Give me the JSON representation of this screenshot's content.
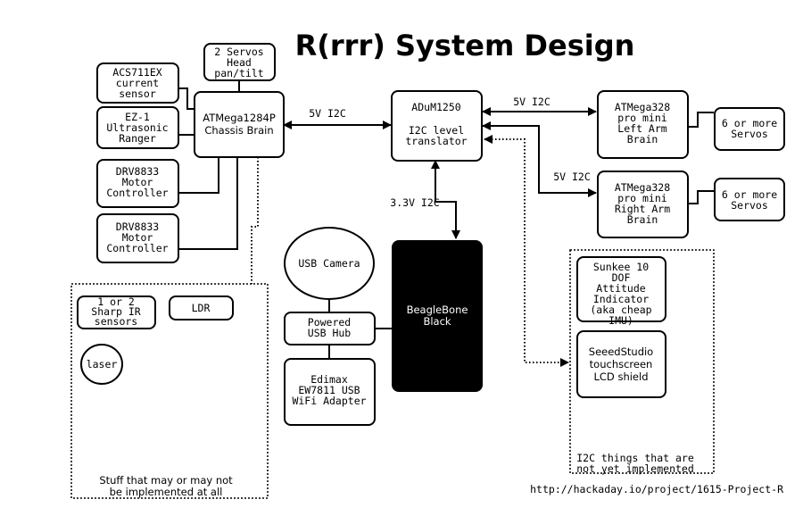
{
  "title": "R(rrr) System Design",
  "url": "http://hackaday.io/project/1615-Project-R",
  "nodes": {
    "servos_head": [
      "2 Servos",
      "Head",
      "pan/tilt"
    ],
    "acs711": [
      "ACS711EX",
      "current",
      "sensor"
    ],
    "ez1": [
      "EZ-1",
      "Ultrasonic",
      "Ranger"
    ],
    "atmega1284": [
      "ATMega1284P",
      "Chassis Brain"
    ],
    "drv1": [
      "DRV8833",
      "Motor",
      "Controller"
    ],
    "drv2": [
      "DRV8833",
      "Motor",
      "Controller"
    ],
    "adum": [
      "ADuM1250",
      "",
      "I2C level",
      "translator"
    ],
    "left_brain": [
      "ATMega328",
      "pro mini",
      "Left Arm",
      "Brain"
    ],
    "right_brain": [
      "ATMega328",
      "pro mini",
      "Right Arm",
      "Brain"
    ],
    "servos_left": [
      "6 or more",
      "Servos"
    ],
    "servos_right": [
      "6 or more",
      "Servos"
    ],
    "usb_camera": [
      "USB Camera"
    ],
    "usb_hub": [
      "Powered",
      "USB Hub"
    ],
    "edimax": [
      "Edimax",
      "EW7811 USB",
      "WiFi Adapter"
    ],
    "beaglebone": [
      "BeagleBone",
      "Black"
    ],
    "sharp_ir": [
      "1 or 2",
      "Sharp IR",
      "sensors"
    ],
    "ldr": [
      "LDR"
    ],
    "laser": [
      "laser"
    ],
    "sunkee": [
      "Sunkee 10",
      "DOF",
      "Attitude",
      "Indicator",
      "(aka cheap",
      "IMU)"
    ],
    "seeed": [
      "SeeedStudio",
      "touchscreen",
      "LCD shield"
    ]
  },
  "edge_labels": {
    "chassis_i2c": "5V I2C",
    "left_i2c": "5V I2C",
    "right_i2c": "5V I2C",
    "bbb_i2c": "3.3V I2C"
  },
  "regions": {
    "future": [
      "Stuff that may or may not",
      "be implemented at all"
    ],
    "i2c_future": [
      "I2C things that are",
      "not yet implemented"
    ]
  }
}
